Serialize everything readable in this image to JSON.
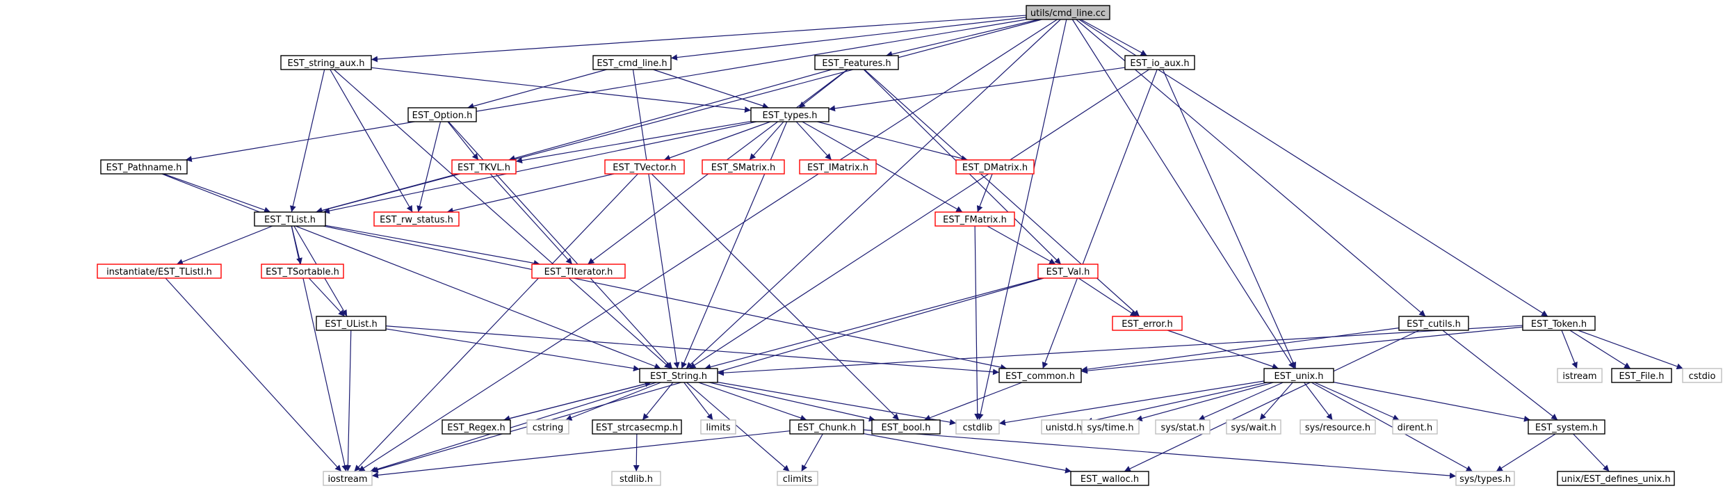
{
  "nodes": {
    "root": {
      "label": "utils/cmd_line.cc",
      "style": "root"
    },
    "string_aux": {
      "label": "EST_string_aux.h",
      "style": "black"
    },
    "cmd_line": {
      "label": "EST_cmd_line.h",
      "style": "black"
    },
    "features": {
      "label": "EST_Features.h",
      "style": "black"
    },
    "io_aux": {
      "label": "EST_io_aux.h",
      "style": "black"
    },
    "option": {
      "label": "EST_Option.h",
      "style": "black"
    },
    "types": {
      "label": "EST_types.h",
      "style": "black"
    },
    "pathname": {
      "label": "EST_Pathname.h",
      "style": "black"
    },
    "tkvl": {
      "label": "EST_TKVL.h",
      "style": "red"
    },
    "tvector": {
      "label": "EST_TVector.h",
      "style": "red"
    },
    "smatrix": {
      "label": "EST_SMatrix.h",
      "style": "red"
    },
    "imatrix": {
      "label": "EST_IMatrix.h",
      "style": "red"
    },
    "dmatrix": {
      "label": "EST_DMatrix.h",
      "style": "red"
    },
    "tlist": {
      "label": "EST_TList.h",
      "style": "black"
    },
    "rw_status": {
      "label": "EST_rw_status.h",
      "style": "red"
    },
    "fmatrix": {
      "label": "EST_FMatrix.h",
      "style": "red"
    },
    "inst_tlisti": {
      "label": "instantiate/EST_TListI.h",
      "style": "red"
    },
    "tsortable": {
      "label": "EST_TSortable.h",
      "style": "red"
    },
    "titerator": {
      "label": "EST_TIterator.h",
      "style": "red"
    },
    "val": {
      "label": "EST_Val.h",
      "style": "red"
    },
    "ulist": {
      "label": "EST_UList.h",
      "style": "black"
    },
    "error": {
      "label": "EST_error.h",
      "style": "red"
    },
    "cutils": {
      "label": "EST_cutils.h",
      "style": "black"
    },
    "token": {
      "label": "EST_Token.h",
      "style": "black"
    },
    "string": {
      "label": "EST_String.h",
      "style": "black"
    },
    "common": {
      "label": "EST_common.h",
      "style": "black"
    },
    "unix": {
      "label": "EST_unix.h",
      "style": "black"
    },
    "istream": {
      "label": "istream",
      "style": "gray"
    },
    "file": {
      "label": "EST_File.h",
      "style": "black"
    },
    "cstdio": {
      "label": "cstdio",
      "style": "gray"
    },
    "regex": {
      "label": "EST_Regex.h",
      "style": "black"
    },
    "cstring": {
      "label": "cstring",
      "style": "gray"
    },
    "strcasecmp": {
      "label": "EST_strcasecmp.h",
      "style": "black"
    },
    "limits": {
      "label": "limits",
      "style": "gray"
    },
    "chunk": {
      "label": "EST_Chunk.h",
      "style": "black"
    },
    "bool": {
      "label": "EST_bool.h",
      "style": "black"
    },
    "cstdlib": {
      "label": "cstdlib",
      "style": "gray"
    },
    "unistd": {
      "label": "unistd.h",
      "style": "gray"
    },
    "systime": {
      "label": "sys/time.h",
      "style": "gray"
    },
    "sysstat": {
      "label": "sys/stat.h",
      "style": "gray"
    },
    "syswait": {
      "label": "sys/wait.h",
      "style": "gray"
    },
    "sysresource": {
      "label": "sys/resource.h",
      "style": "gray"
    },
    "dirent": {
      "label": "dirent.h",
      "style": "gray"
    },
    "system": {
      "label": "EST_system.h",
      "style": "black"
    },
    "stdlib": {
      "label": "stdlib.h",
      "style": "gray"
    },
    "iostream": {
      "label": "iostream",
      "style": "gray"
    },
    "climits": {
      "label": "climits",
      "style": "gray"
    },
    "walloc": {
      "label": "EST_walloc.h",
      "style": "black"
    },
    "systypes": {
      "label": "sys/types.h",
      "style": "gray"
    },
    "defines_unix": {
      "label": "unix/EST_defines_unix.h",
      "style": "black"
    }
  },
  "edges": [
    [
      "root",
      "string_aux"
    ],
    [
      "root",
      "cmd_line"
    ],
    [
      "root",
      "features"
    ],
    [
      "root",
      "io_aux"
    ],
    [
      "root",
      "pathname"
    ],
    [
      "root",
      "tlist"
    ],
    [
      "root",
      "iostream"
    ],
    [
      "root",
      "string"
    ],
    [
      "root",
      "cstdlib"
    ],
    [
      "root",
      "unix"
    ],
    [
      "root",
      "cutils"
    ],
    [
      "root",
      "token"
    ],
    [
      "string_aux",
      "types"
    ],
    [
      "string_aux",
      "tlist"
    ],
    [
      "string_aux",
      "rw_status"
    ],
    [
      "string_aux",
      "string"
    ],
    [
      "cmd_line",
      "option"
    ],
    [
      "cmd_line",
      "types"
    ],
    [
      "cmd_line",
      "string"
    ],
    [
      "features",
      "types"
    ],
    [
      "features",
      "tkvl"
    ],
    [
      "features",
      "titerator"
    ],
    [
      "features",
      "val"
    ],
    [
      "features",
      "error"
    ],
    [
      "io_aux",
      "types"
    ],
    [
      "io_aux",
      "string"
    ],
    [
      "io_aux",
      "common"
    ],
    [
      "io_aux",
      "unix"
    ],
    [
      "option",
      "tkvl"
    ],
    [
      "option",
      "rw_status"
    ],
    [
      "option",
      "string"
    ],
    [
      "types",
      "tkvl"
    ],
    [
      "types",
      "tlist"
    ],
    [
      "types",
      "tvector"
    ],
    [
      "types",
      "smatrix"
    ],
    [
      "types",
      "imatrix"
    ],
    [
      "types",
      "dmatrix"
    ],
    [
      "types",
      "fmatrix"
    ],
    [
      "types",
      "string"
    ],
    [
      "pathname",
      "tlist"
    ],
    [
      "pathname",
      "string"
    ],
    [
      "tkvl",
      "tlist"
    ],
    [
      "tkvl",
      "titerator"
    ],
    [
      "tvector",
      "rw_status"
    ],
    [
      "tvector",
      "iostream"
    ],
    [
      "tvector",
      "bool"
    ],
    [
      "dmatrix",
      "fmatrix"
    ],
    [
      "fmatrix",
      "val"
    ],
    [
      "fmatrix",
      "cstdlib"
    ],
    [
      "tlist",
      "inst_tlisti"
    ],
    [
      "tlist",
      "tsortable"
    ],
    [
      "tlist",
      "titerator"
    ],
    [
      "tlist",
      "ulist"
    ],
    [
      "tlist",
      "common"
    ],
    [
      "tlist",
      "iostream"
    ],
    [
      "inst_tlisti",
      "iostream"
    ],
    [
      "tsortable",
      "ulist"
    ],
    [
      "ulist",
      "string"
    ],
    [
      "ulist",
      "common"
    ],
    [
      "ulist",
      "iostream"
    ],
    [
      "val",
      "string"
    ],
    [
      "val",
      "error"
    ],
    [
      "val",
      "iostream"
    ],
    [
      "error",
      "unix"
    ],
    [
      "cutils",
      "common"
    ],
    [
      "cutils",
      "system"
    ],
    [
      "cutils",
      "walloc"
    ],
    [
      "token",
      "string"
    ],
    [
      "token",
      "common"
    ],
    [
      "token",
      "istream"
    ],
    [
      "token",
      "file"
    ],
    [
      "token",
      "cstdio"
    ],
    [
      "string",
      "regex"
    ],
    [
      "string",
      "cstring"
    ],
    [
      "string",
      "strcasecmp"
    ],
    [
      "string",
      "limits"
    ],
    [
      "string",
      "chunk"
    ],
    [
      "string",
      "bool"
    ],
    [
      "string",
      "cstdlib"
    ],
    [
      "string",
      "iostream"
    ],
    [
      "string",
      "climits"
    ],
    [
      "regex",
      "string"
    ],
    [
      "strcasecmp",
      "stdlib"
    ],
    [
      "chunk",
      "iostream"
    ],
    [
      "chunk",
      "climits"
    ],
    [
      "chunk",
      "walloc"
    ],
    [
      "chunk",
      "systypes"
    ],
    [
      "common",
      "bool"
    ],
    [
      "unix",
      "unistd"
    ],
    [
      "unix",
      "systime"
    ],
    [
      "unix",
      "sysstat"
    ],
    [
      "unix",
      "syswait"
    ],
    [
      "unix",
      "sysresource"
    ],
    [
      "unix",
      "dirent"
    ],
    [
      "unix",
      "system"
    ],
    [
      "unix",
      "systypes"
    ],
    [
      "unix",
      "cstdlib"
    ],
    [
      "system",
      "systypes"
    ],
    [
      "system",
      "defines_unix"
    ]
  ],
  "colors": {
    "edge": "#191970",
    "root_fill": "#bfbfbf",
    "black_border": "#000000",
    "red_border": "#ff0000",
    "gray_border": "#bfbfbf",
    "text": "#000000",
    "background": "#ffffff"
  }
}
